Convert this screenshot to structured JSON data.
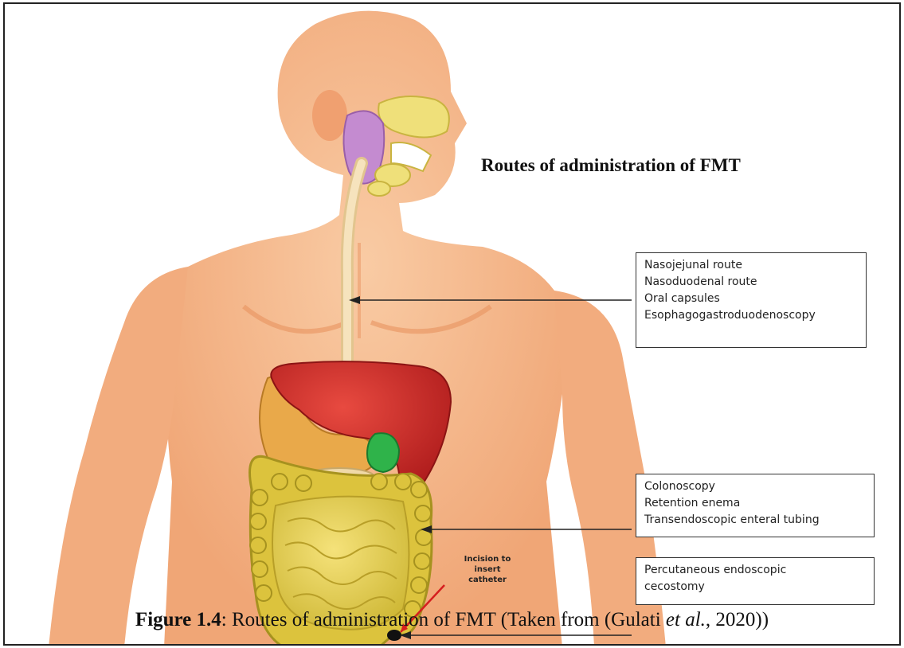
{
  "figure": {
    "title": "Routes of administration of FMT",
    "callouts": [
      {
        "items": [
          "Nasojejunal route",
          "Nasoduodenal route",
          "Oral capsules",
          "Esophagogastroduodenoscopy"
        ]
      },
      {
        "items": [
          "Colonoscopy",
          "Retention enema",
          "Transendoscopic enteral tubing"
        ]
      },
      {
        "items": [
          "Percutaneous endoscopic",
          "cecostomy"
        ]
      }
    ],
    "incision_label": [
      "Incision to",
      "insert",
      "catheter"
    ],
    "caption": {
      "label": "Figure 1.4",
      "text_before": ": Routes of administration of FMT (Taken from (Gulati ",
      "italic": "et al.",
      "text_after": ", 2020))"
    },
    "colors": {
      "skin": "#f5b88c",
      "skin_shadow": "#e8925f",
      "liver": "#cc2a2a",
      "stomach": "#e9a94a",
      "intestine": "#e3d04a",
      "gallbladder": "#2fb34a",
      "tube": "#f3dcae",
      "arrow_red": "#d61f1f"
    }
  }
}
